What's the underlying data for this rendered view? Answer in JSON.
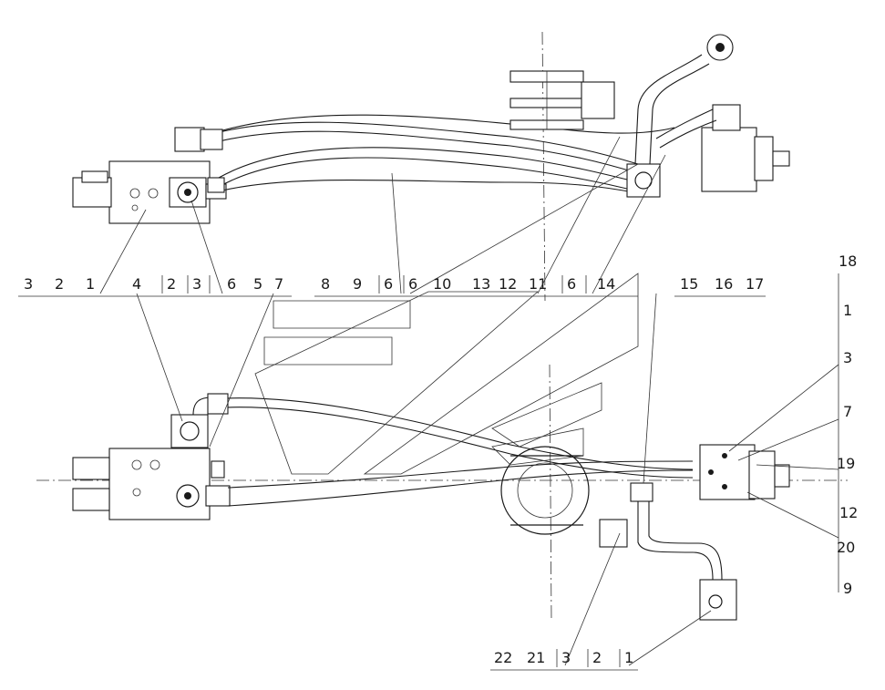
{
  "callouts": {
    "top_row": [
      "3",
      "2",
      "1",
      "4",
      "2",
      "3",
      "6",
      "5",
      "7",
      "8",
      "9",
      "6",
      "6",
      "10",
      "13",
      "12",
      "11",
      "6",
      "14",
      "15",
      "16",
      "17"
    ],
    "right_column": [
      "18",
      "1",
      "3",
      "7",
      "19",
      "12",
      "20",
      "9"
    ],
    "bottom_row": [
      "22",
      "21",
      "3",
      "2",
      "1"
    ]
  }
}
